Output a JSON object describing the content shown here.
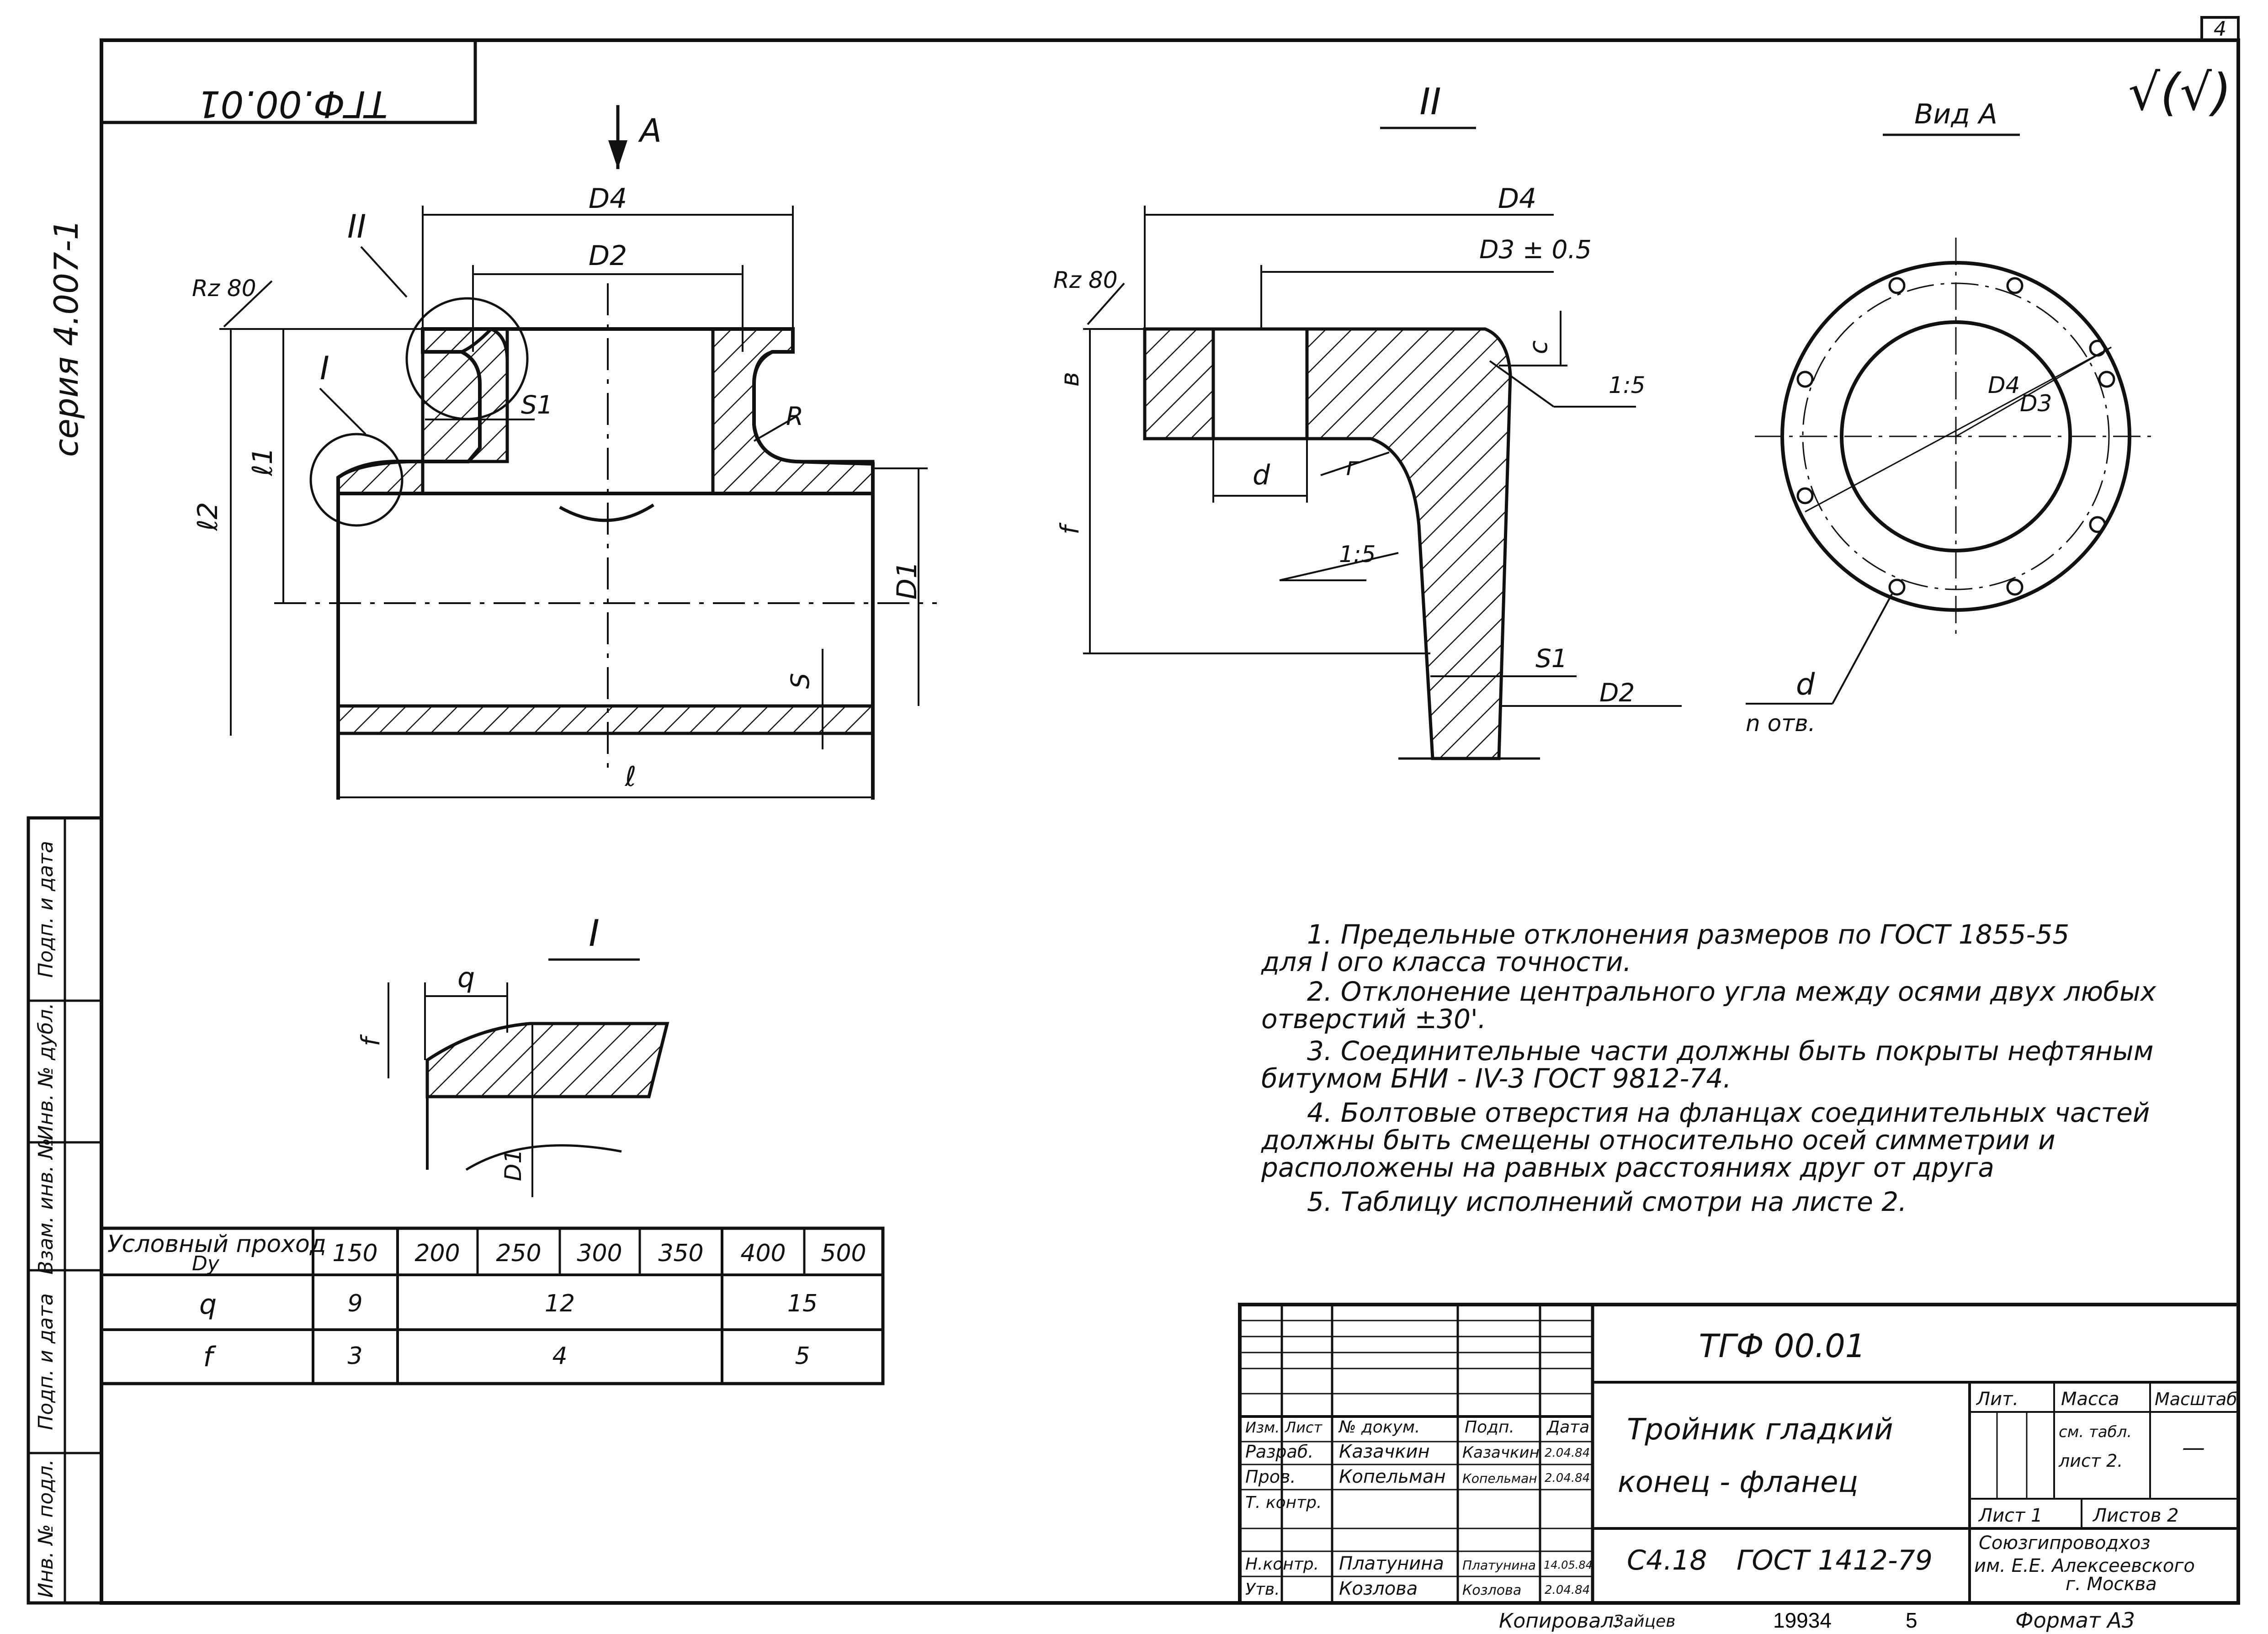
{
  "sheet_number": "4",
  "roughness_mark": "√(√)",
  "series": "серия 4.007-1",
  "corner_code": "ТГФ.00.01",
  "section_marks": {
    "I": "I",
    "II": "II",
    "view": "Вид А",
    "arrow_a": "А"
  },
  "dims_main": {
    "D4": "D4",
    "D2": "D2",
    "D1": "D1",
    "l": "ℓ",
    "l1": "ℓ1",
    "l2": "ℓ2",
    "s": "S",
    "s1": "S1",
    "R": "R",
    "rz": "Rz 80"
  },
  "dims_detail2": {
    "D4": "D4",
    "D3": "D3 ± 0.5",
    "rz": "Rz 80",
    "b": "в",
    "c": "с",
    "slope1": "1:5",
    "slope2": "1:5",
    "d": "d",
    "r": "г",
    "f": "f",
    "s1": "S1",
    "D2": "D2"
  },
  "view_a": {
    "D4": "D4",
    "D3": "D3",
    "d": "d",
    "holes": "n отв."
  },
  "detail1": {
    "q": "q",
    "f": "f",
    "D1": "D1"
  },
  "notes": [
    "1. Предельные отклонения размеров по ГОСТ 1855-55",
    "для I ого класса точности.",
    "2. Отклонение центрального угла между осями двух любых",
    "отверстий ±30'.",
    "3. Соединительные части должны быть покрыты нефтяным",
    "битумом БНИ - IV-3 ГОСТ 9812-74.",
    "4. Болтовые отверстия на фланцах соединительных частей",
    "должны быть смещены относительно осей симметрии и",
    "расположены на равных расстояниях друг от друга",
    "5. Таблицу исполнений смотри на листе 2."
  ],
  "size_table": {
    "header": "Условный проход",
    "header_sub": "Dy",
    "columns": [
      "150",
      "200",
      "250",
      "300",
      "350",
      "400",
      "500"
    ],
    "row_q_label": "q",
    "row_q": [
      "9",
      "12",
      "15"
    ],
    "row_f_label": "f",
    "row_f": [
      "3",
      "4",
      "5"
    ]
  },
  "left_strip": [
    "Подп. и дата",
    "Инв. № дубл.",
    "Взам. инв. №",
    "Подп. и дата",
    "Инв. № подл."
  ],
  "title_block": {
    "code": "ТГФ 00.01",
    "name_line1": "Тройник гладкий",
    "name_line2": "конец - фланец",
    "standard_left": "С4.18",
    "standard_right": "ГОСТ 1412-79",
    "header_cols": [
      "Изм.",
      "Лист",
      "№ докум.",
      "Подп.",
      "Дата"
    ],
    "rows": [
      {
        "role": "Разраб.",
        "name": "Казачкин",
        "sign": "Казачкин",
        "date": "2.04.84"
      },
      {
        "role": "Пров.",
        "name": "Копельман",
        "sign": "Копельман",
        "date": "2.04.84"
      },
      {
        "role": "Т. контр.",
        "name": "",
        "sign": "",
        "date": ""
      },
      {
        "role": "Н.контр.",
        "name": "Платунина",
        "sign": "Платунина",
        "date": "14.05.84"
      },
      {
        "role": "Утв.",
        "name": "Козлова",
        "sign": "Козлова",
        "date": "2.04.84"
      }
    ],
    "lit_label": "Лит.",
    "mass_label": "Масса",
    "scale_label": "Масштаб",
    "mass_value_1": "см. табл.",
    "mass_value_2": "лист 2.",
    "scale_value": "—",
    "sheet_label": "Лист 1",
    "sheets_label": "Листов 2",
    "org_line1": "Союзгипроводхоз",
    "org_line2": "им. Е.Е. Алексеевского",
    "org_line3": "г. Москва"
  },
  "bottom": {
    "copied": "Копировал:",
    "copied_sign": "Зайцев",
    "number": "19934",
    "page": "5",
    "format": "Формат А3"
  }
}
